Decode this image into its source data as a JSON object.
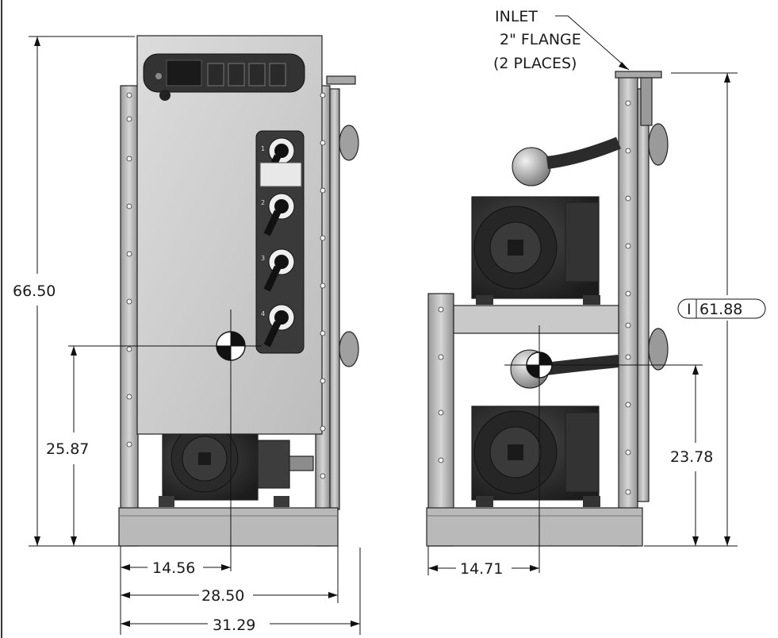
{
  "front_view": {
    "overall_height": "66.50",
    "cg_height": "25.87",
    "cg_offset": "14.56",
    "frame_width": "28.50",
    "overall_width": "31.29"
  },
  "side_view": {
    "inlet_note_line1": "INLET",
    "inlet_note_line2": "2\" FLANGE",
    "inlet_note_line3": "(2 PLACES)",
    "inlet_height": "61.88",
    "inlet_height_prefix": "I",
    "cg_height": "23.78",
    "cg_offset": "14.71"
  },
  "control_panel": {
    "switch_numbers": [
      "1",
      "2",
      "3",
      "4"
    ]
  },
  "colors": {
    "frame": "#b8b8b8",
    "panel": "#cfcfcf",
    "motor": "#2e2e2e",
    "line": "#111111"
  }
}
